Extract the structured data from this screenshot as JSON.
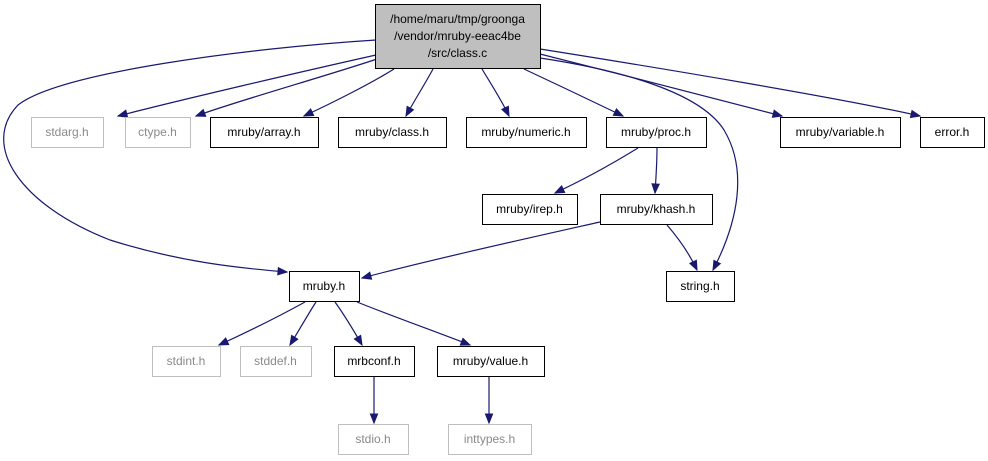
{
  "colors": {
    "edge": "#191970",
    "root_fill": "#bfbfbf",
    "system_border": "#bfbfbf",
    "local_border": "#000000"
  },
  "nodes": [
    {
      "id": "root",
      "kind": "root",
      "lines": [
        "/home/maru/tmp/groonga",
        "/vendor/mruby-eeac4be",
        "/src/class.c"
      ]
    },
    {
      "id": "stdarg",
      "kind": "system",
      "lines": [
        "stdarg.h"
      ]
    },
    {
      "id": "ctype",
      "kind": "system",
      "lines": [
        "ctype.h"
      ]
    },
    {
      "id": "mruby_array",
      "kind": "local",
      "lines": [
        "mruby/array.h"
      ]
    },
    {
      "id": "mruby_class",
      "kind": "local",
      "lines": [
        "mruby/class.h"
      ]
    },
    {
      "id": "mruby_numeric",
      "kind": "local",
      "lines": [
        "mruby/numeric.h"
      ]
    },
    {
      "id": "mruby_proc",
      "kind": "local",
      "lines": [
        "mruby/proc.h"
      ]
    },
    {
      "id": "mruby_variable",
      "kind": "local",
      "lines": [
        "mruby/variable.h"
      ]
    },
    {
      "id": "error",
      "kind": "local",
      "lines": [
        "error.h"
      ]
    },
    {
      "id": "mruby_irep",
      "kind": "local",
      "lines": [
        "mruby/irep.h"
      ]
    },
    {
      "id": "mruby_khash",
      "kind": "local",
      "lines": [
        "mruby/khash.h"
      ]
    },
    {
      "id": "string",
      "kind": "local",
      "lines": [
        "string.h"
      ]
    },
    {
      "id": "mruby",
      "kind": "local",
      "lines": [
        "mruby.h"
      ]
    },
    {
      "id": "stdint",
      "kind": "system",
      "lines": [
        "stdint.h"
      ]
    },
    {
      "id": "stddef",
      "kind": "system",
      "lines": [
        "stddef.h"
      ]
    },
    {
      "id": "mrbconf",
      "kind": "local",
      "lines": [
        "mrbconf.h"
      ]
    },
    {
      "id": "mruby_value",
      "kind": "local",
      "lines": [
        "mruby/value.h"
      ]
    },
    {
      "id": "stdio",
      "kind": "system",
      "lines": [
        "stdio.h"
      ]
    },
    {
      "id": "inttypes",
      "kind": "system",
      "lines": [
        "inttypes.h"
      ]
    }
  ],
  "edges": [
    {
      "from": "root",
      "to": "stdarg"
    },
    {
      "from": "root",
      "to": "ctype"
    },
    {
      "from": "root",
      "to": "mruby_array"
    },
    {
      "from": "root",
      "to": "mruby_class"
    },
    {
      "from": "root",
      "to": "mruby_numeric"
    },
    {
      "from": "root",
      "to": "mruby_proc"
    },
    {
      "from": "root",
      "to": "mruby_variable"
    },
    {
      "from": "root",
      "to": "error"
    },
    {
      "from": "root",
      "to": "string"
    },
    {
      "from": "root",
      "to": "mruby"
    },
    {
      "from": "mruby_proc",
      "to": "mruby_irep"
    },
    {
      "from": "mruby_proc",
      "to": "mruby_khash"
    },
    {
      "from": "mruby_khash",
      "to": "string"
    },
    {
      "from": "mruby_khash",
      "to": "mruby"
    },
    {
      "from": "mruby",
      "to": "stdint"
    },
    {
      "from": "mruby",
      "to": "stddef"
    },
    {
      "from": "mruby",
      "to": "mrbconf"
    },
    {
      "from": "mruby",
      "to": "mruby_value"
    },
    {
      "from": "mrbconf",
      "to": "stdio"
    },
    {
      "from": "mruby_value",
      "to": "inttypes"
    }
  ]
}
